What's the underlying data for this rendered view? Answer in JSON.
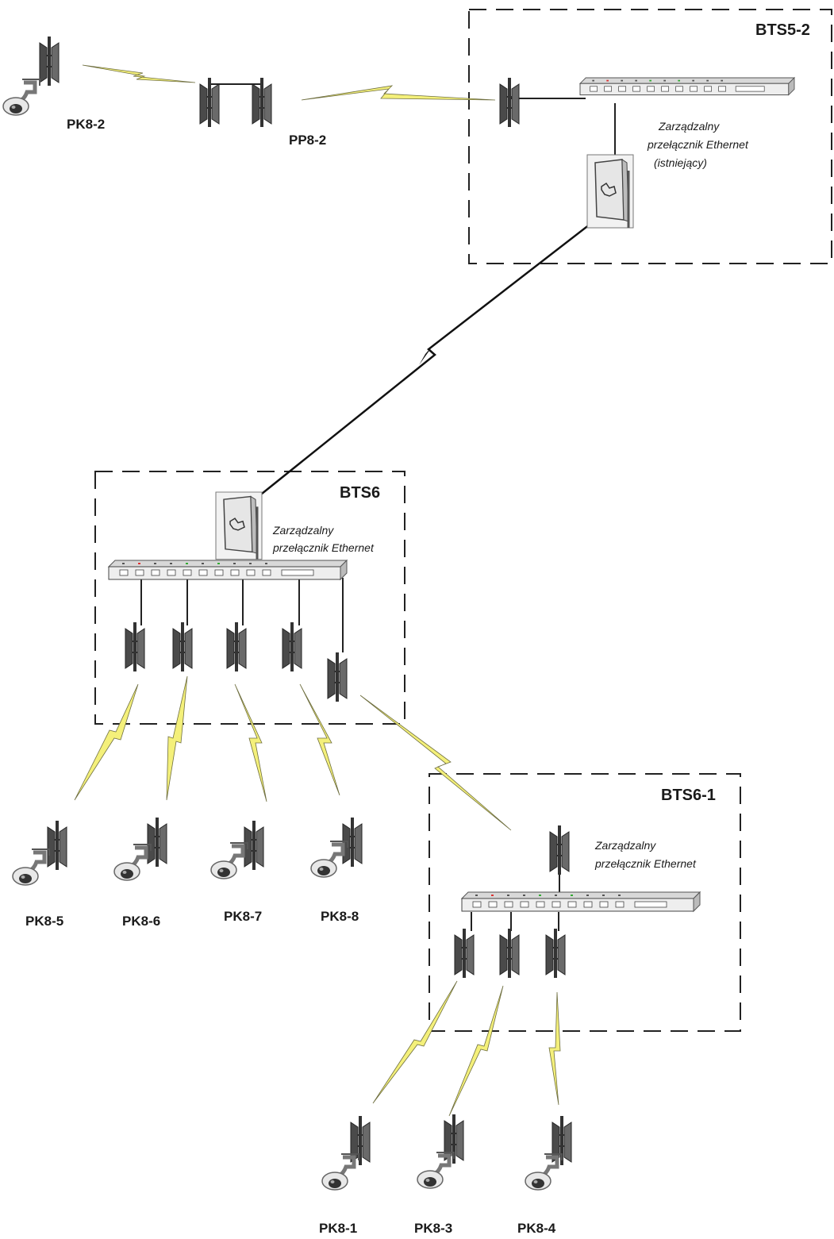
{
  "sites": {
    "bts5_2": {
      "title": "BTS5-2",
      "switch_note": [
        "Zarządzalny",
        "przełącznik Ethernet",
        "(istniejący)"
      ]
    },
    "bts6": {
      "title": "BTS6",
      "switch_note": [
        "Zarządzalny",
        "przełącznik Ethernet"
      ]
    },
    "bts6_1": {
      "title": "BTS6-1",
      "switch_note": [
        "Zarządzalny",
        "przełącznik Ethernet"
      ]
    }
  },
  "nodes": {
    "pk8_2": "PK8-2",
    "pp8_2": "PP8-2",
    "pk8_5": "PK8-5",
    "pk8_6": "PK8-6",
    "pk8_7": "PK8-7",
    "pk8_8": "PK8-8",
    "pk8_1": "PK8-1",
    "pk8_3": "PK8-3",
    "pk8_4": "PK8-4"
  },
  "icons": {
    "camera": "ptz-camera-icon",
    "antenna": "panel-antenna-icon",
    "switch": "ethernet-switch-icon",
    "radio_unit": "outdoor-radio-unit-icon",
    "wireless_link": "lightning-link-icon"
  },
  "colors": {
    "wireless_link": "#f4f07a",
    "main_link": "#111111",
    "border": "#222222"
  }
}
